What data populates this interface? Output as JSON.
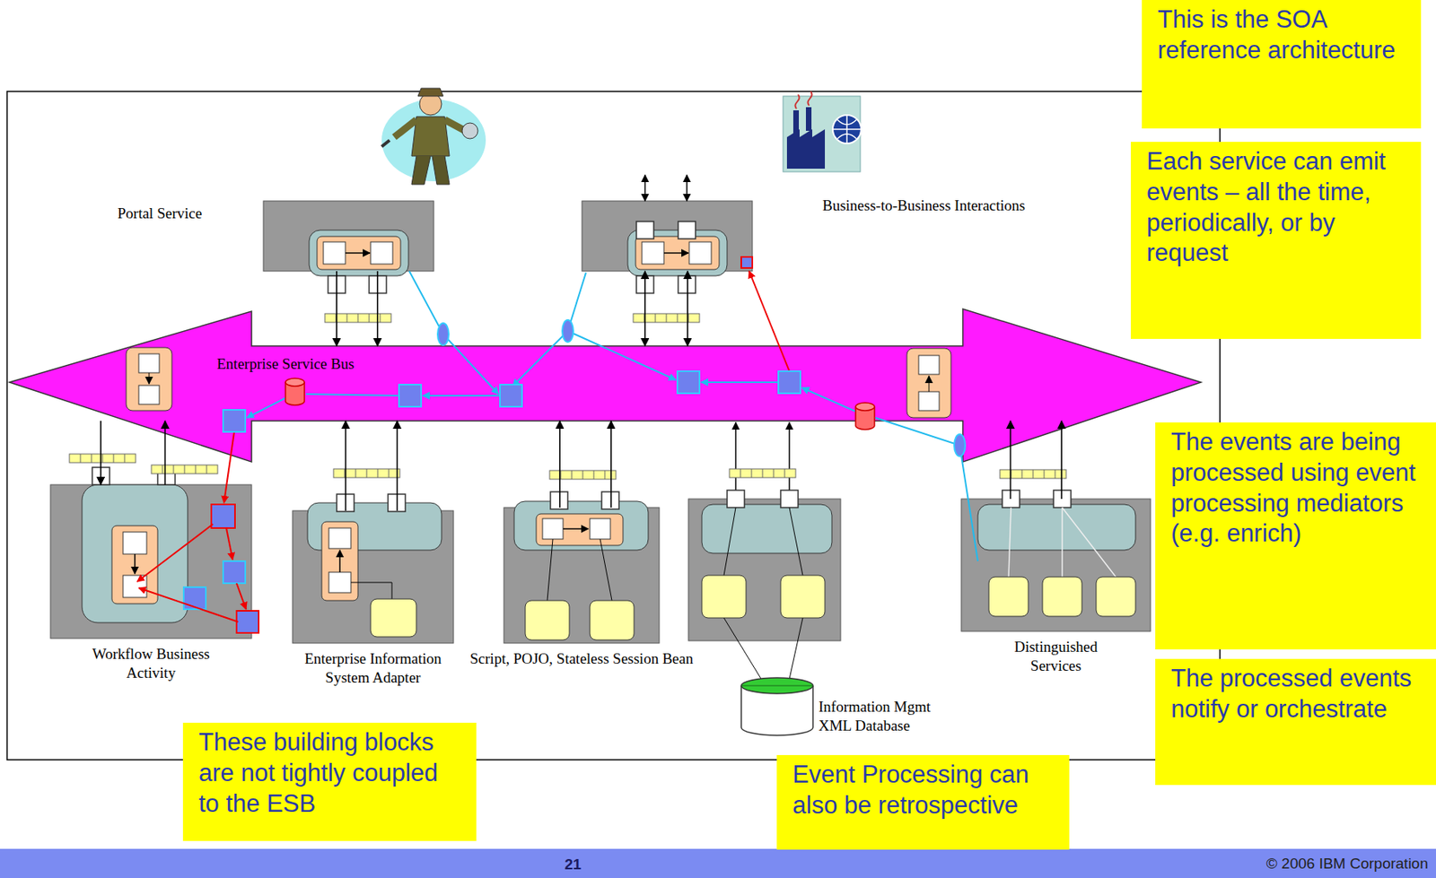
{
  "diagram": {
    "nodes": [
      {
        "text": [
          "This is the  SOA reference architecture"
        ]
      },
      {
        "text": [
          "Each service can emit events – all the time, periodically, or by request"
        ]
      },
      {
        "text": [
          "Portal Service"
        ]
      },
      {
        "text": [
          "Business-to-Business  Interactions"
        ]
      },
      {
        "text": [
          "Enterprise Service Bus"
        ]
      },
      {
        "text": [
          "Workflow Business Activity"
        ]
      },
      {
        "text": [
          "Enterprise Information System Adapter"
        ]
      },
      {
        "text": [
          "Script, POJO, Stateless Session Bean"
        ]
      },
      {
        "text": [
          "Information Mgmt XML Database"
        ]
      },
      {
        "text": [
          "Distinguished Services"
        ]
      },
      {
        "text": [
          "The events are being processed using event processing mediators (e.g. enrich)"
        ]
      },
      {
        "text": [
          "The processed events notify or orchestrate"
        ]
      },
      {
        "text": [
          "These building blocks are not tightly coupled to the ESB"
        ]
      },
      {
        "text": [
          "Event Processing can also be retrospective"
        ]
      }
    ],
    "edges": [
      {
        "from": 2,
        "to": 4,
        "arrow": "to"
      },
      {
        "from": 2,
        "to": 4,
        "arrow": "to"
      },
      {
        "from": 3,
        "to": 4,
        "arrow": "both"
      },
      {
        "from": 3,
        "to": 4,
        "arrow": "both"
      },
      {
        "from": 4,
        "to": 5,
        "arrow": "to"
      },
      {
        "from": 5,
        "to": 4,
        "arrow": "to"
      },
      {
        "from": 6,
        "to": 4,
        "arrow": "to"
      },
      {
        "from": 6,
        "to": 4,
        "arrow": "to"
      },
      {
        "from": 7,
        "to": 4,
        "arrow": "to"
      },
      {
        "from": 7,
        "to": 4,
        "arrow": "to"
      },
      {
        "from": 9,
        "to": 4,
        "arrow": "to"
      },
      {
        "from": 9,
        "to": 4,
        "arrow": "to"
      }
    ],
    "labels": [
      "21",
      "© 2006 IBM Corporation"
    ]
  }
}
